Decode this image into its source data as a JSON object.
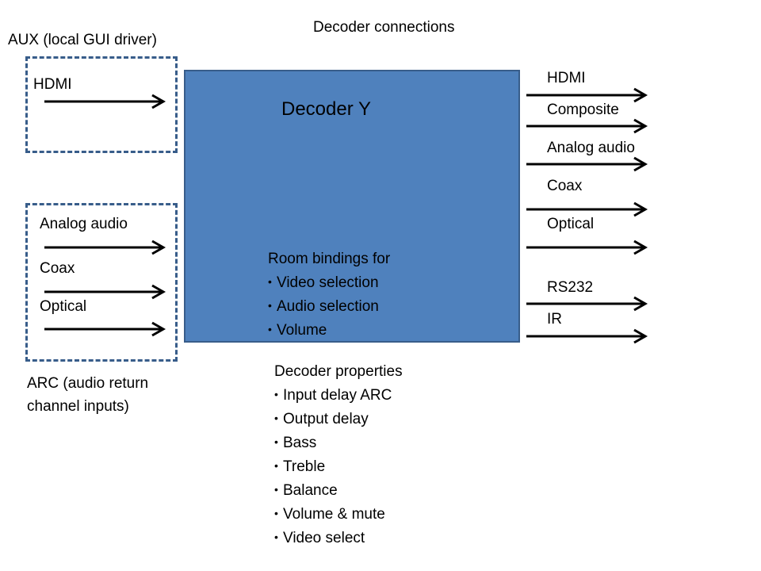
{
  "title": "Decoder connections",
  "decoder": {
    "name": "Decoder Y",
    "fill_color": "#4f81bd",
    "border_color": "#385d8a",
    "room_bindings": {
      "heading": "Room bindings for",
      "items": [
        "Video selection",
        "Audio selection",
        "Volume"
      ]
    }
  },
  "aux_group": {
    "label": "AUX (local GUI driver)",
    "inputs": [
      "HDMI"
    ]
  },
  "arc_group": {
    "label_line1": "ARC (audio return",
    "label_line2": "channel inputs)",
    "inputs": [
      "Analog audio",
      "Coax",
      "Optical"
    ]
  },
  "outputs": [
    "HDMI",
    "Composite",
    "Analog audio",
    "Coax",
    "Optical",
    "RS232",
    "IR"
  ],
  "properties": {
    "heading": "Decoder properties",
    "items": [
      "Input delay ARC",
      "Output delay",
      "Bass",
      "Treble",
      "Balance",
      "Volume & mute",
      "Video select"
    ]
  },
  "bullet_glyph": "•"
}
